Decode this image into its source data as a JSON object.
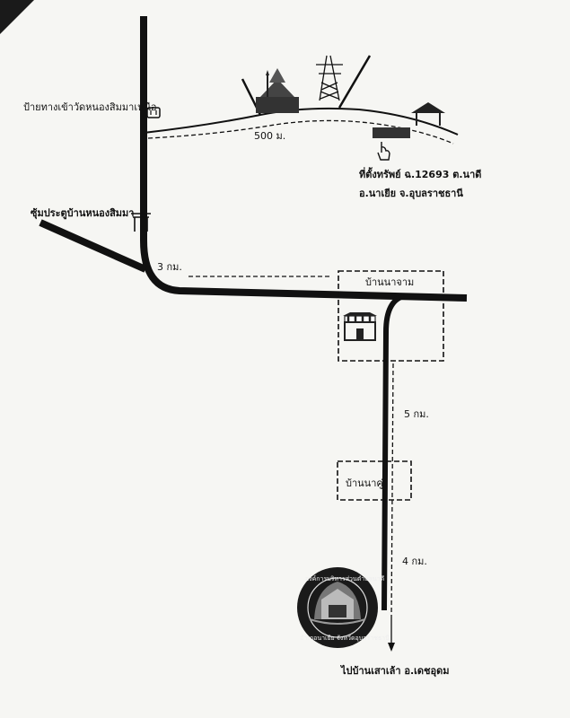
{
  "labels": {
    "north_junction": "ป้ายทางเข้าวัดหนองสิมมาเหนือ",
    "north_gate": "ซุ้มประตูบ้านหนองสิมมา",
    "village_main": "บ้านนาจาม",
    "village_second": "บ้านนาคู่",
    "site_line1": "ที่ตั้งทรัพย์ ฉ.12693 ต.นาดี",
    "site_line2": "อ.นาเยีย จ.อุบลราชธานี",
    "to_south": "ไปบ้านเสาเล้า อ.เดชอุดม"
  },
  "distances": {
    "top_road": "500 ม.",
    "west_leg": "3 กม.",
    "south_leg_1": "5 กม.",
    "south_leg_2": "4 กม."
  },
  "seal": {
    "text_top": "องค์การบริหารส่วนตำบลนาดี",
    "text_bottom": "อำเภอนาเยีย จังหวัดอุบลราชธานี"
  },
  "icons": [
    "temple-icon",
    "power-tower-icon",
    "shelter-icon",
    "gate-icon",
    "market-icon",
    "pointer-hand-icon",
    "sign-icon",
    "arrow-down-icon"
  ],
  "colors": {
    "road": "#111111",
    "paper": "#f6f6f3",
    "seal_bg": "#1a1a1a"
  }
}
